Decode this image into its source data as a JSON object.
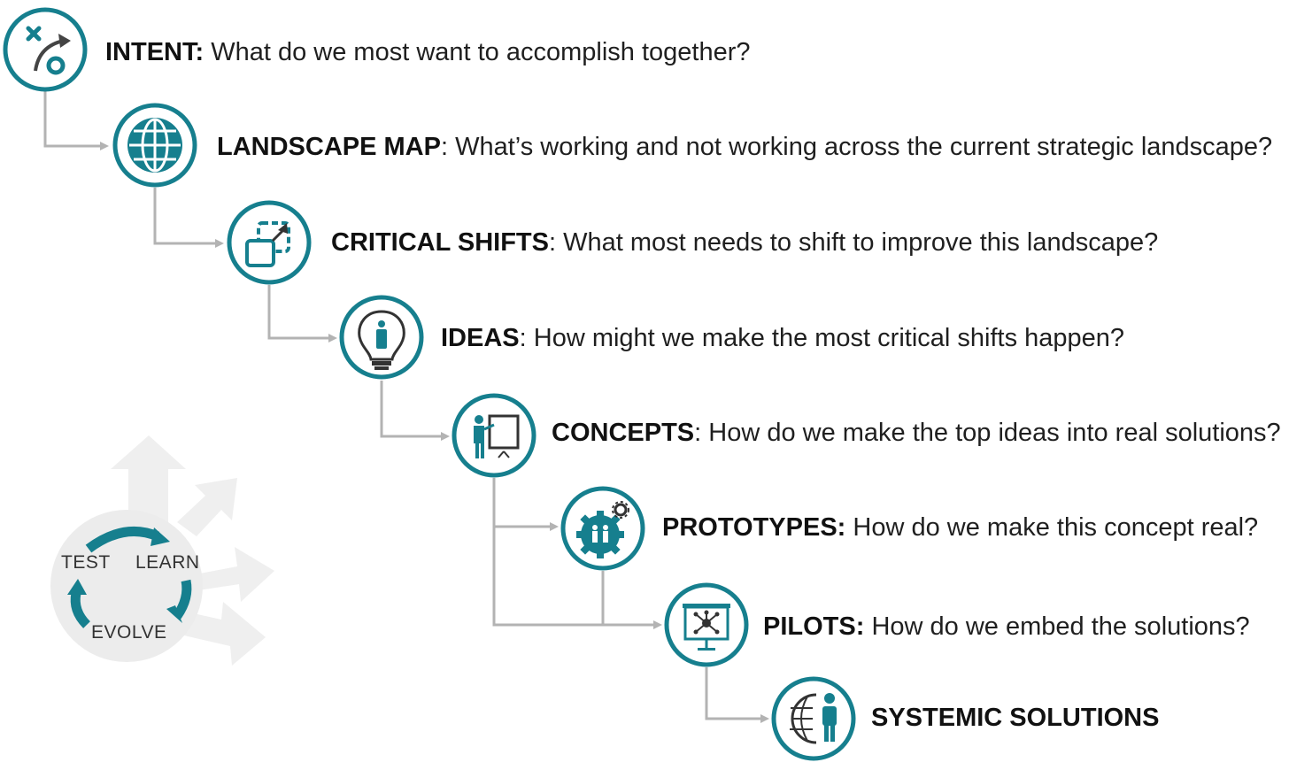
{
  "steps": [
    {
      "title": "INTENT:",
      "question": " What do we most want to accomplish together?",
      "icon": "strategy-play-icon"
    },
    {
      "title": "LANDSCAPE MAP",
      "question": ": What’s working and not working across the current strategic landscape?",
      "icon": "globe-icon"
    },
    {
      "title": "CRITICAL SHIFTS",
      "question": ": What most needs to shift to improve this landscape?",
      "icon": "shift-squares-icon"
    },
    {
      "title": "IDEAS",
      "question": ": How might we make the most critical shifts happen?",
      "icon": "lightbulb-person-icon"
    },
    {
      "title": "CONCEPTS",
      "question": ": How do we make the top ideas into real solutions?",
      "icon": "presenter-board-icon"
    },
    {
      "title": "PROTOTYPES:",
      "question": " How do we make this concept real?",
      "icon": "gear-people-icon"
    },
    {
      "title": "PILOTS:",
      "question": " How do we embed the solutions?",
      "icon": "network-screen-icon"
    },
    {
      "title": "SYSTEMIC SOLUTIONS",
      "question": "",
      "icon": "globe-person-icon"
    }
  ],
  "cycle": {
    "test": "TEST",
    "learn": "LEARN",
    "evolve": "EVOLVE"
  },
  "colors": {
    "teal": "#167f8e",
    "ring_fill": "#ffffff",
    "connector": "#b3b3b3",
    "cycle_bg": "#ececec",
    "text": "#1f1f1f"
  }
}
